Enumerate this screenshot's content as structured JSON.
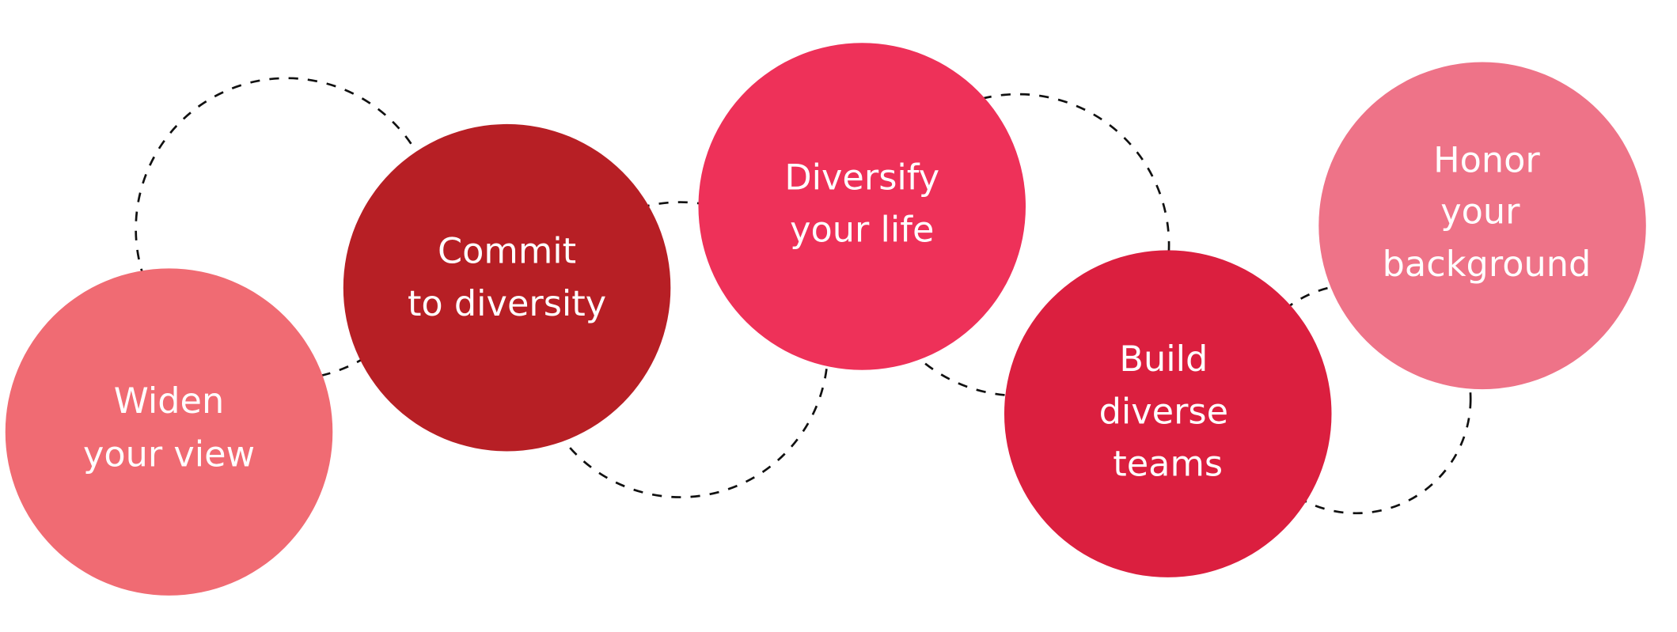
{
  "colors": {
    "widen": "#f06b73",
    "commit": "#b71f25",
    "diversify": "#ee3159",
    "build": "#db1f3f",
    "honor": "#ee7388"
  },
  "steps": [
    {
      "lines": [
        "Widen",
        "your view"
      ]
    },
    {
      "lines": [
        "Commit",
        "to diversity"
      ]
    },
    {
      "lines": [
        "Diversify",
        "your life"
      ]
    },
    {
      "lines": [
        "Build",
        "diverse",
        "teams"
      ]
    },
    {
      "lines": [
        "Honor",
        "your",
        "background"
      ]
    }
  ]
}
